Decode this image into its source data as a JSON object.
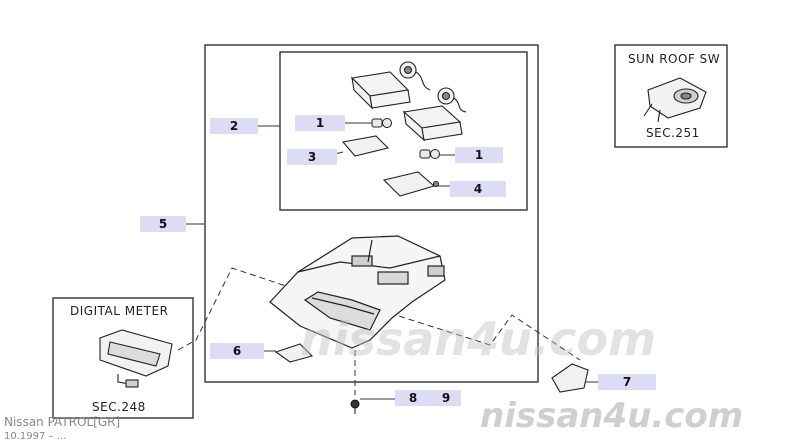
{
  "callouts": {
    "c1a": "1",
    "c1b": "1",
    "c2": "2",
    "c3": "3",
    "c4": "4",
    "c5": "5",
    "c6": "6",
    "c7": "7",
    "c8": "8",
    "c9": "9"
  },
  "sunroof_box": {
    "title": "SUN ROOF SW",
    "section": "SEC.251"
  },
  "meter_box": {
    "title": "DIGITAL METER",
    "section": "SEC.248"
  },
  "watermark": {
    "center": "nissan4u.com",
    "bottom_right": "nissan4u.com"
  },
  "footer": {
    "model": "Nissan PATROL[GR]",
    "date": "10.1997 – ..."
  },
  "colors": {
    "callout_bg": "#dcdcf4",
    "line": "#222222",
    "watermark": "#cfcfcf"
  }
}
